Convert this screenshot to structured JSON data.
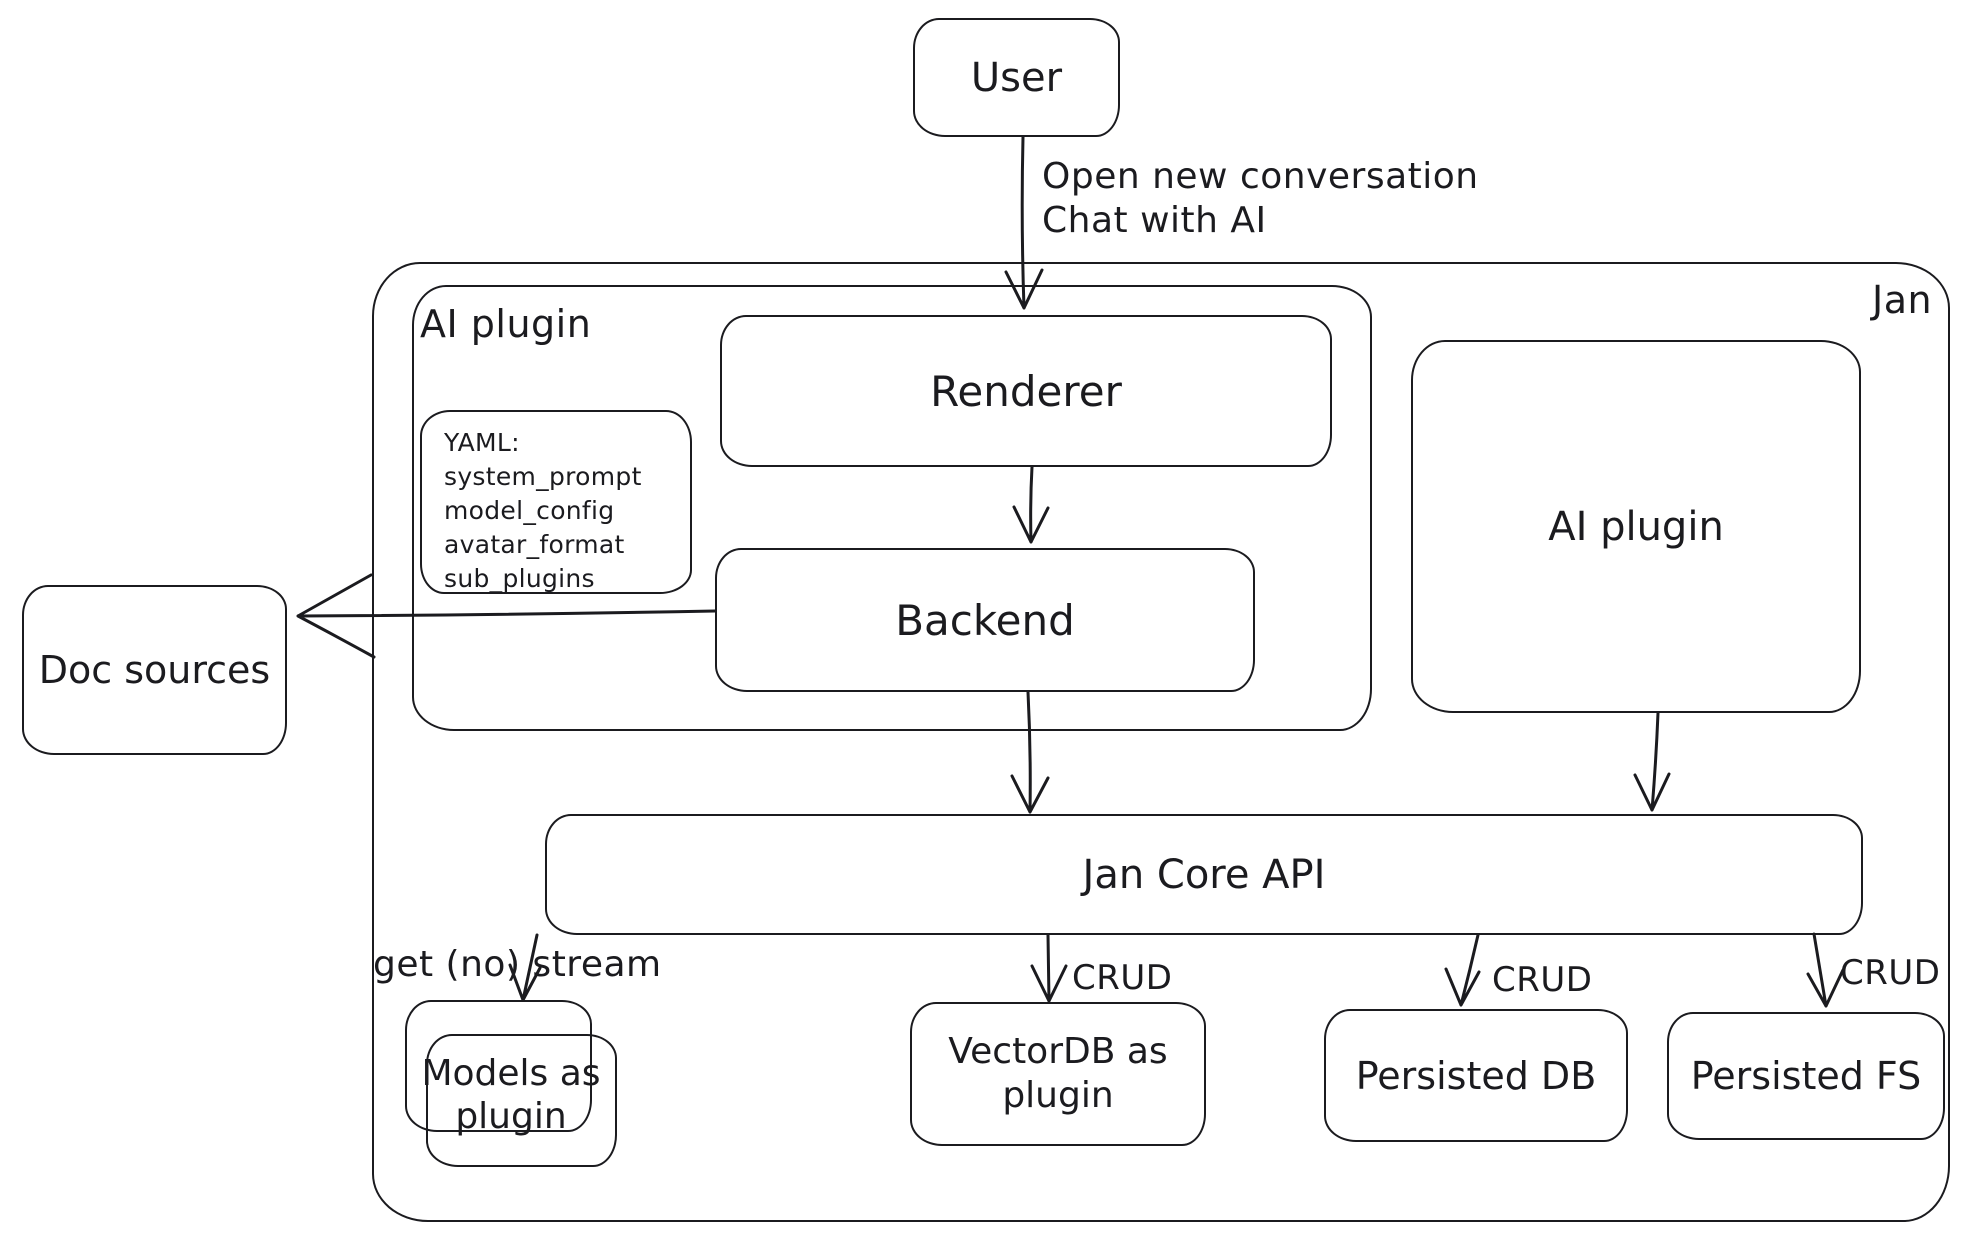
{
  "containers": {
    "jan": {
      "label": "Jan"
    },
    "ai_plugin_left": {
      "label": "AI plugin"
    }
  },
  "boxes": {
    "user": {
      "label": "User"
    },
    "renderer": {
      "label": "Renderer"
    },
    "backend": {
      "label": "Backend"
    },
    "doc_sources": {
      "label": "Doc sources"
    },
    "ai_plugin_right": {
      "label": "AI plugin"
    },
    "jan_core_api": {
      "label": "Jan Core API"
    },
    "models_plugin": {
      "line1": "Models as",
      "line2": "plugin"
    },
    "vectordb_plugin": {
      "line1": "VectorDB as",
      "line2": "plugin"
    },
    "persisted_db": {
      "label": "Persisted DB"
    },
    "persisted_fs": {
      "label": "Persisted FS"
    }
  },
  "note": {
    "lines": [
      "YAML:",
      "system_prompt",
      "model_config",
      "avatar_format",
      "sub_plugins"
    ]
  },
  "edge_labels": {
    "user_flow": {
      "line1": "Open new conversation",
      "line2": "Chat with AI"
    },
    "get_no_stream": "get (no) stream",
    "crud_vectordb": "CRUD",
    "crud_persisted_db": "CRUD",
    "crud_persisted_fs": "CRUD"
  },
  "colors": {
    "stroke": "#1b1b1f",
    "background": "#ffffff"
  }
}
